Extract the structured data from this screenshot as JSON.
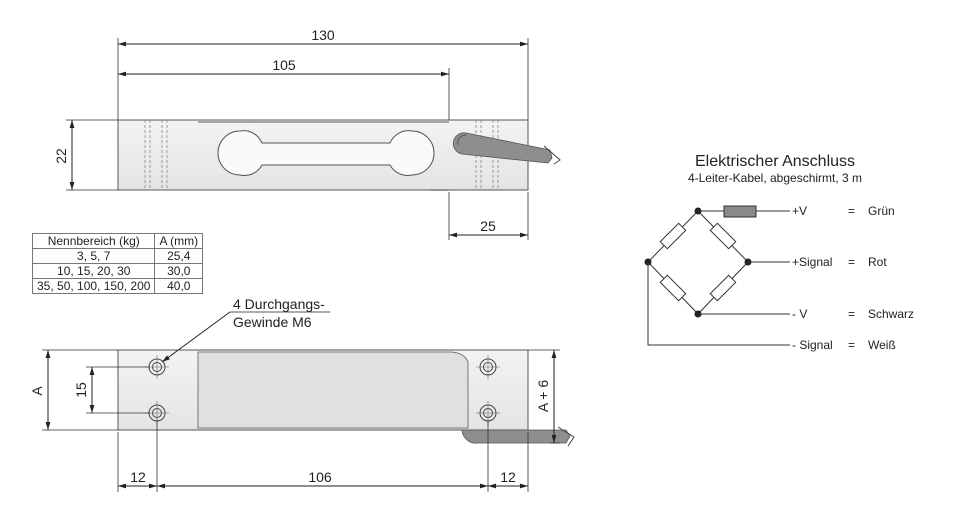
{
  "top_view": {
    "dim_length": "130",
    "dim_slot": "105",
    "dim_height": "22",
    "dim_cable": "25"
  },
  "table": {
    "headers": [
      "Nennbereich (kg)",
      "A (mm)"
    ],
    "rows": [
      [
        "3, 5, 7",
        "25,4"
      ],
      [
        "10, 15, 20, 30",
        "30,0"
      ],
      [
        "35, 50, 100, 150, 200",
        "40,0"
      ]
    ]
  },
  "bottom_view": {
    "thread_label_line1": "4 Durchgangs-",
    "thread_label_line2": "Gewinde M6",
    "dim_a": "A",
    "dim_15": "15",
    "dim_a6": "A + 6",
    "dim_12_left": "12",
    "dim_106": "106",
    "dim_12_right": "12"
  },
  "electrical": {
    "title": "Elektrischer Anschluss",
    "subtitle": "4-Leiter-Kabel, abgeschirmt, 3 m",
    "connections": [
      {
        "terminal": "+V",
        "eq": "=",
        "color": "Grün"
      },
      {
        "terminal": "+Signal",
        "eq": "=",
        "color": "Rot"
      },
      {
        "terminal": "- V",
        "eq": "=",
        "color": "Schwarz"
      },
      {
        "terminal": "- Signal",
        "eq": "=",
        "color": "Weiß"
      }
    ]
  }
}
